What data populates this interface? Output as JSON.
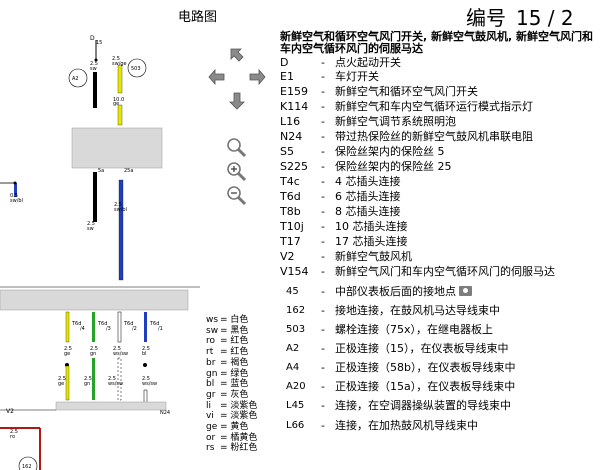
{
  "header": {
    "title": "电路图",
    "page_label": "编号",
    "page_number": "15 / 2"
  },
  "legend": {
    "heading": "新鲜空气和循环空气风门开关, 新鲜空气鼓风机, 新鲜空气风门和车内空气循环风门的伺服马达",
    "components": [
      {
        "code": "D",
        "desc": "点火起动开关"
      },
      {
        "code": "E1",
        "desc": "车灯开关"
      },
      {
        "code": "E159",
        "desc": "新鲜空气和循环空气风门开关"
      },
      {
        "code": "K114",
        "desc": "新鲜空气和车内空气循环运行模式指示灯"
      },
      {
        "code": "L16",
        "desc": "新鲜空气调节系统照明泡"
      },
      {
        "code": "N24",
        "desc": "带过热保险丝的新鲜空气鼓风机串联电阻"
      },
      {
        "code": "S5",
        "desc": "保险丝架内的保险丝 5"
      },
      {
        "code": "S225",
        "desc": "保险丝架内的保险丝 25"
      },
      {
        "code": "T4c",
        "desc": "4 芯插头连接"
      },
      {
        "code": "T6d",
        "desc": "6 芯插头连接"
      },
      {
        "code": "T8b",
        "desc": "8 芯插头连接"
      },
      {
        "code": "T10j",
        "desc": "10 芯插头连接"
      },
      {
        "code": "T17",
        "desc": "17 芯插头连接"
      },
      {
        "code": "V2",
        "desc": "新鲜空气鼓风机"
      },
      {
        "code": "V154",
        "desc": "新鲜空气风门和车内空气循环风门的伺服马达"
      }
    ],
    "points": [
      {
        "code": "45",
        "desc": "中部仪表板后面的接地点"
      },
      {
        "code": "162",
        "desc": "接地连接，在鼓风机马达导线束中"
      },
      {
        "code": "503",
        "desc": "螺栓连接（75x），在继电器板上"
      },
      {
        "code": "A2",
        "desc": "正极连接（15），在仪表板导线束中"
      },
      {
        "code": "A4",
        "desc": "正极连接（58b），在仪表板导线束中"
      },
      {
        "code": "A20",
        "desc": "正极连接（15a），在仪表板导线束中"
      },
      {
        "code": "L45",
        "desc": "连接，在空调器操纵装置的导线束中"
      },
      {
        "code": "L66",
        "desc": "连接，在加热鼓风机导线束中"
      }
    ]
  },
  "color_legend": [
    {
      "abbr": "ws",
      "name": "白色"
    },
    {
      "abbr": "sw",
      "name": "黑色"
    },
    {
      "abbr": "ro",
      "name": "红色"
    },
    {
      "abbr": "rt",
      "name": "红色"
    },
    {
      "abbr": "br",
      "name": "褐色"
    },
    {
      "abbr": "gn",
      "name": "绿色"
    },
    {
      "abbr": "bl",
      "name": "蓝色"
    },
    {
      "abbr": "gr",
      "name": "灰色"
    },
    {
      "abbr": "li",
      "name": "淡紫色"
    },
    {
      "abbr": "vi",
      "name": "淡紫色"
    },
    {
      "abbr": "ge",
      "name": "黄色"
    },
    {
      "abbr": "or",
      "name": "橘黄色"
    },
    {
      "abbr": "rs",
      "name": "粉红色"
    }
  ],
  "diagram": {
    "labels": {
      "d": "D",
      "d_pin": "15",
      "a2": "A2",
      "p503": "503",
      "w1_size": "2.5",
      "w1_color": "sw",
      "w2_size": "2.5",
      "w2_color": "sw/ge",
      "w3_size": "10.0",
      "w3_color": "ge",
      "left_size": "0.5",
      "left_color": "sw/bl",
      "s5": "5a",
      "s25": "25a",
      "w4_size": "2.5",
      "w4_color": "sw",
      "w5_size": "2.5",
      "w5_color": "sw/bl",
      "t6d_1": "T6d",
      "t6d_1_pin": "/4",
      "t6d_2": "T6d",
      "t6d_2_pin": "/3",
      "t6d_3": "T6d",
      "t6d_3_pin": "/2",
      "t6d_4": "T6d",
      "t6d_4_pin": "/1",
      "c1_size": "2.5",
      "c1_color": "ge",
      "c2_size": "2.5",
      "c2_color": "gn",
      "c3_size": "2.5",
      "c3_color": "ws/sw",
      "c4_size": "2.5",
      "c4_color": "bl",
      "m1_size": "2.5",
      "m1_color": "ge",
      "m2_size": "2.5",
      "m2_color": "gn",
      "m3_size": "2.5",
      "m3_color": "ws/sw",
      "m4_size": "2.5",
      "m4_color": "ws/sw",
      "v2": "V2",
      "n24": "N24",
      "p162": "162",
      "ro_size": "2.5",
      "ro_color": "ro"
    }
  },
  "colors": {
    "wire_black": "#000000",
    "wire_yellow": "#e7e700",
    "wire_blue": "#1f3fbf",
    "wire_green": "#27a227",
    "wire_red": "#b01818",
    "box_gray": "#d9d9d9",
    "nav_gray": "#8a8a8a"
  },
  "icons": {
    "nav": [
      "arrow-up-left-icon",
      "arrow-right-icon",
      "arrow-left-icon",
      "arrow-down-icon"
    ],
    "zoom": [
      "zoom-fit-icon",
      "zoom-in-icon",
      "zoom-out-icon"
    ]
  }
}
